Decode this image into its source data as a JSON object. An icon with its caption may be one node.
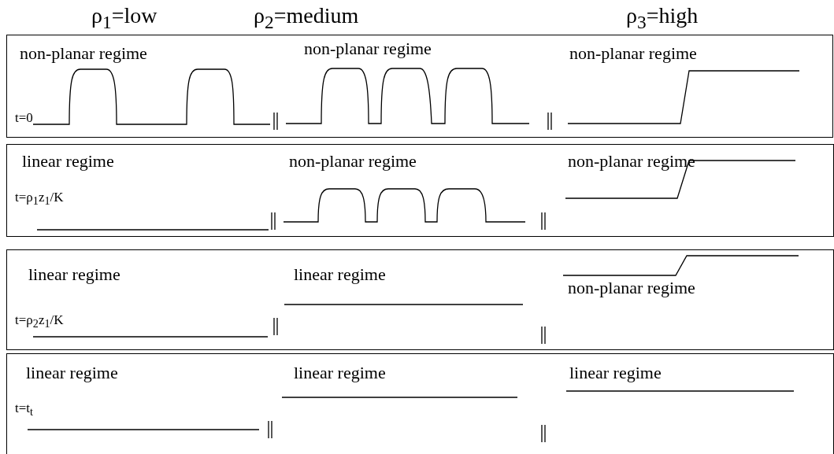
{
  "diagram": {
    "nodes": [
      {
        "text": [
          "non-planar regime",
          "non-planar regime",
          "non-planar regime",
          "t=0"
        ]
      },
      {
        "text": [
          "linear regime",
          "non-planar regime",
          "non-planar regime",
          "t=ρ$_{1}$z$_{1}$/K"
        ]
      },
      {
        "text": [
          "linear regime",
          "linear regime",
          "non-planar regime",
          "t=ρ$_{2}$z$_{1}$/K"
        ]
      },
      {
        "text": [
          "linear regime",
          "linear regime",
          "linear regime",
          "t=t$_{t}$"
        ]
      }
    ],
    "labels": [
      "ρ$_{1}$=low",
      "ρ$_{2}$=medium",
      "ρ$_{3}$=high"
    ]
  }
}
